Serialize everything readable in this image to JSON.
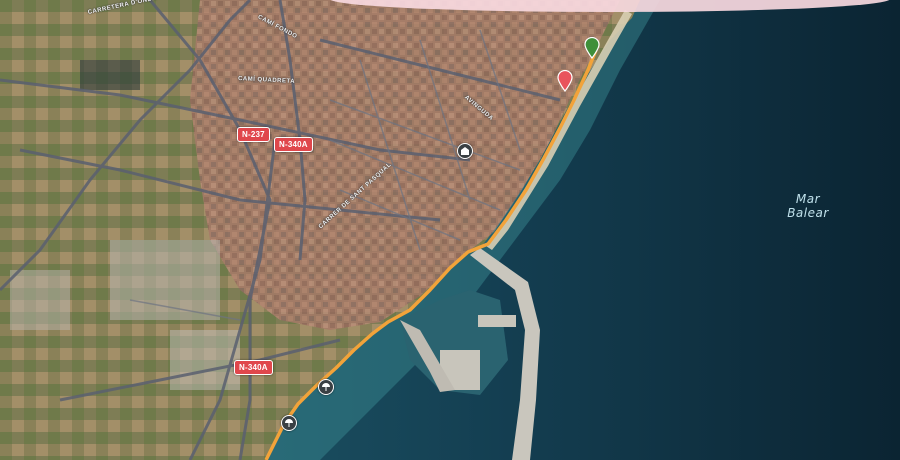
{
  "map": {
    "sea_label": [
      "Mar",
      "Balear"
    ],
    "road_badges": [
      {
        "label": "N-237"
      },
      {
        "label": "N-340A"
      },
      {
        "label": "N-340A"
      }
    ],
    "street_labels": [
      {
        "label": "CARRETERA D'ONDA"
      },
      {
        "label": "CAMÍ QUADRETA"
      },
      {
        "label": "CAMÍ FONDO"
      },
      {
        "label": "CARRER DE SANT PASQUAL"
      },
      {
        "label": "AVINGUDA"
      }
    ],
    "route": {
      "color": "#f2a33a"
    },
    "markers": {
      "start": {
        "color": "#3f8f3a"
      },
      "end": {
        "color": "#e9545c"
      }
    },
    "pois": [
      {
        "icon": "church-icon"
      },
      {
        "icon": "beach-icon"
      },
      {
        "icon": "beach-icon"
      }
    ],
    "colors": {
      "sea_deep": "#0d2b3a",
      "sea_shallow": "#2f7c86",
      "land": "#8c8160",
      "urban": "#9b7a6b",
      "road": "#5a6070",
      "badge": "#e0474c"
    }
  }
}
